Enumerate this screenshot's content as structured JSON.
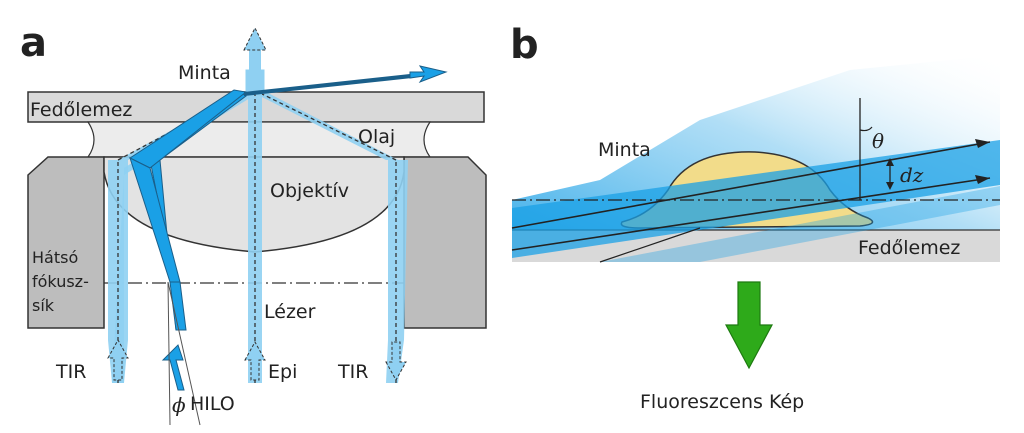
{
  "panel_a": {
    "letter": "a",
    "labels": {
      "sample": "Minta",
      "coverslip": "Fedőlemez",
      "oil": "Olaj",
      "objective": "Objektív",
      "back_focal_1": "Hátsó",
      "back_focal_2": "fókusz-",
      "back_focal_3": "sík",
      "laser": "Lézer",
      "tir_left": "TIR",
      "epi": "Epi",
      "tir_right": "TIR",
      "phi": "ϕ",
      "hilo": "HILO"
    }
  },
  "panel_b": {
    "letter": "b",
    "labels": {
      "sample": "Minta",
      "theta": "θ",
      "dz": "dz",
      "coverslip": "Fedőlemez",
      "output": "Fluoreszcens Kép"
    }
  },
  "colors": {
    "beam_blue": "#1aa0e6",
    "beam_light": "#8fd0f2",
    "glass_gray": "#d9d9d9",
    "objective_gray": "#bdbdbd",
    "sample_yellow": "#f2dc8a",
    "arrow_green": "#2eaa1a"
  }
}
